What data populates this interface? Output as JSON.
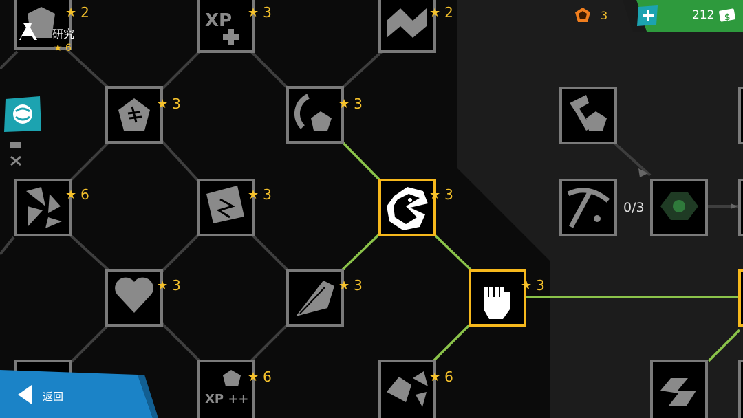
{
  "header": {
    "title": "研究",
    "title_stars": "6"
  },
  "resources": {
    "tokens": "3",
    "credits": "212"
  },
  "footer": {
    "back_label": "返回"
  },
  "nodes": [
    {
      "id": "n-fist-top",
      "icon": "fist-icon",
      "cost": "2",
      "state": "locked"
    },
    {
      "id": "n-xp-plus",
      "icon": "xp-plus-icon",
      "label": "XP",
      "cost": "3",
      "state": "locked"
    },
    {
      "id": "n-wave",
      "icon": "wave-icon",
      "cost": "2",
      "state": "locked"
    },
    {
      "id": "n-pentagon-f",
      "icon": "pentagon-rune-icon",
      "cost": "3",
      "state": "locked"
    },
    {
      "id": "n-clock-arc",
      "icon": "clock-arc-icon",
      "cost": "3",
      "state": "locked"
    },
    {
      "id": "n-shards",
      "icon": "shards-icon",
      "cost": "6",
      "state": "locked"
    },
    {
      "id": "n-cards",
      "icon": "cards-icon",
      "cost": "3",
      "state": "locked"
    },
    {
      "id": "n-chomp",
      "icon": "chomper-icon",
      "cost": "3",
      "state": "selected"
    },
    {
      "id": "n-heart",
      "icon": "heart-icon",
      "cost": "3",
      "state": "locked"
    },
    {
      "id": "n-spear",
      "icon": "spear-icon",
      "cost": "3",
      "state": "locked"
    },
    {
      "id": "n-power-fist",
      "icon": "raised-fist-icon",
      "cost": "3",
      "state": "selected"
    },
    {
      "id": "n-xp-plusplus",
      "icon": "xp-double-plus-icon",
      "label": "XP ++",
      "cost": "6",
      "state": "locked"
    },
    {
      "id": "n-rocks",
      "icon": "rocks-icon",
      "cost": "6",
      "state": "locked"
    },
    {
      "id": "n-hammer",
      "icon": "hammer-clock-icon",
      "state": "locked"
    },
    {
      "id": "n-pickaxe",
      "icon": "pickaxe-icon",
      "state": "locked"
    },
    {
      "id": "n-gem",
      "icon": "gem-icon",
      "progress": "0/3",
      "state": "locked"
    },
    {
      "id": "n-chain",
      "icon": "chain-icon",
      "state": "locked"
    }
  ],
  "colors": {
    "selected_border": "#f6b81c",
    "locked_border": "#7a7a7a",
    "active_line": "#8bc34a",
    "inactive_line": "#3e3e3e",
    "star": "#f6c22c",
    "blue_panel": "#1b83c7",
    "green_bar": "#2e9a3d",
    "teal_badge": "#1ca3b0"
  }
}
